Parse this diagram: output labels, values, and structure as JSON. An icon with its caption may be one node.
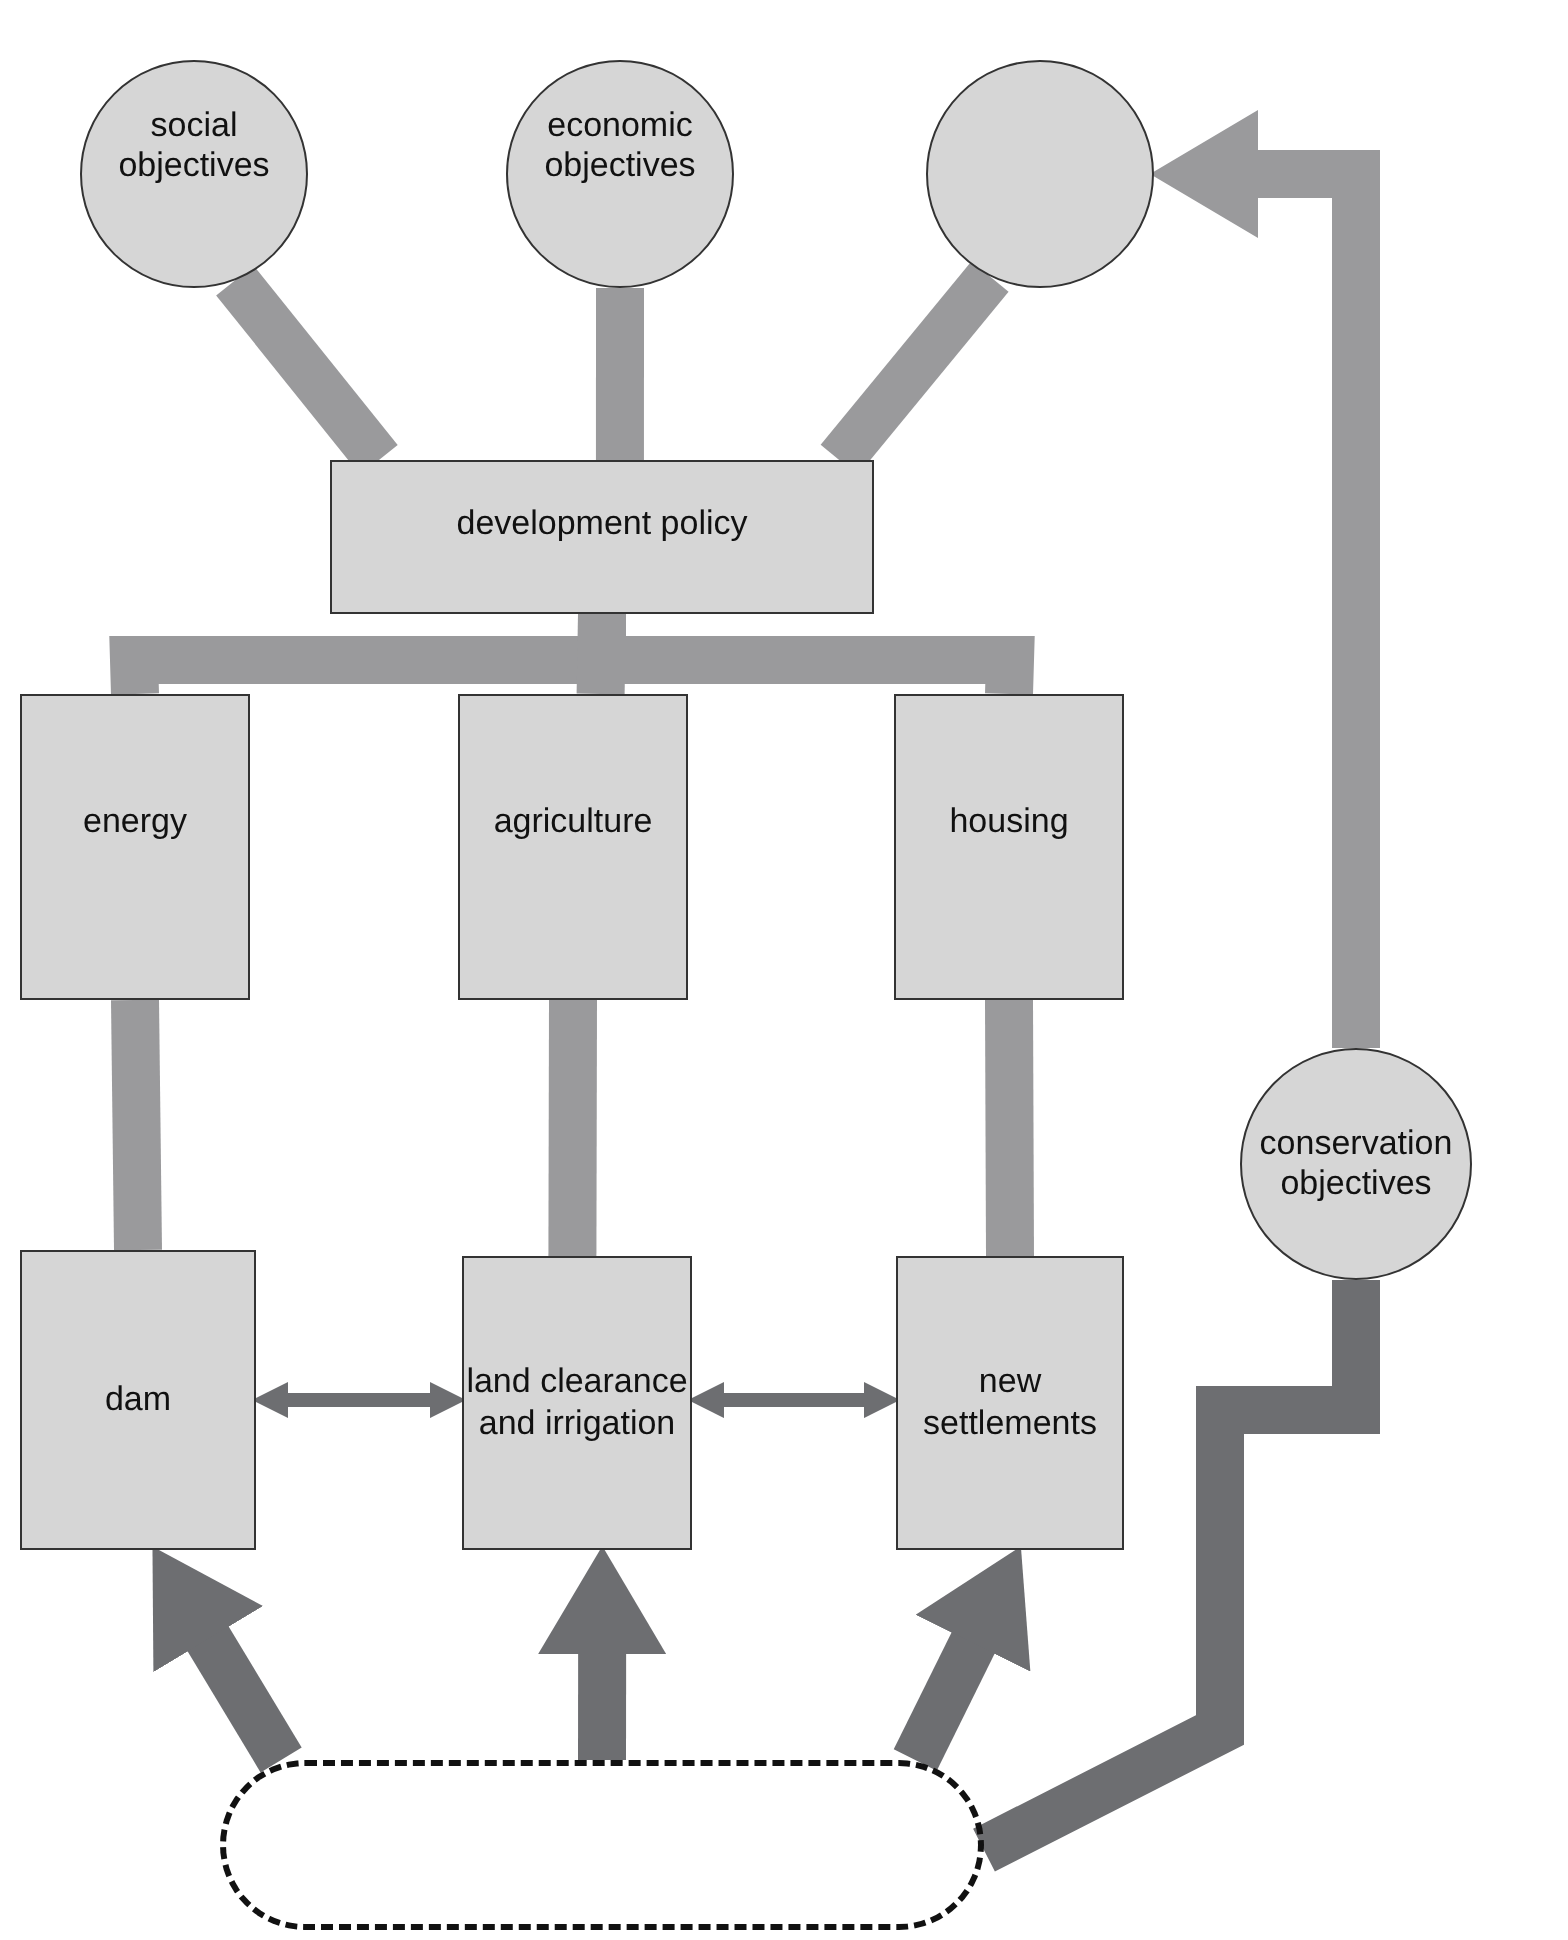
{
  "diagram": {
    "nodes": [
      {
        "text": [
          "social objectives"
        ]
      },
      {
        "text": [
          "economic objectives"
        ]
      },
      {
        "text": [],
        "shape": "circle"
      },
      {
        "text": [
          "development policy"
        ]
      },
      {
        "text": [
          "energy"
        ]
      },
      {
        "text": [
          "agriculture"
        ]
      },
      {
        "text": [
          "housing"
        ]
      },
      {
        "text": [
          "conservation objectives"
        ]
      },
      {
        "text": [
          "dam"
        ]
      },
      {
        "text": [
          "land clearance and irrigation"
        ]
      },
      {
        "text": [
          "new settlements"
        ]
      },
      {
        "text": [],
        "shape": "box"
      }
    ],
    "edges": [
      {
        "from": 0,
        "to": 3,
        "arrow": "none"
      },
      {
        "from": 1,
        "to": 3,
        "arrow": "none"
      },
      {
        "from": 2,
        "to": 3,
        "arrow": "none"
      },
      {
        "from": 3,
        "to": 4,
        "arrow": "none"
      },
      {
        "from": 3,
        "to": 5,
        "arrow": "none"
      },
      {
        "from": 3,
        "to": 6,
        "arrow": "none"
      },
      {
        "from": 4,
        "to": 8,
        "arrow": "none"
      },
      {
        "from": 5,
        "to": 9,
        "arrow": "none"
      },
      {
        "from": 6,
        "to": 10,
        "arrow": "none"
      },
      {
        "from": 8,
        "to": 9,
        "arrow": "both",
        "color": "#6d6e71"
      },
      {
        "from": 9,
        "to": 10,
        "arrow": "both",
        "color": "#6d6e71"
      },
      {
        "from": 11,
        "to": 8,
        "arrow": "to",
        "color": "#6d6e71"
      },
      {
        "from": 11,
        "to": 9,
        "arrow": "to",
        "color": "#6d6e71"
      },
      {
        "from": 11,
        "to": 10,
        "arrow": "to",
        "color": "#6d6e71"
      },
      {
        "from": 11,
        "to": 7,
        "arrow": "none",
        "color": "#6d6e71"
      },
      {
        "from": 7,
        "to": 2,
        "arrow": "to"
      }
    ]
  }
}
